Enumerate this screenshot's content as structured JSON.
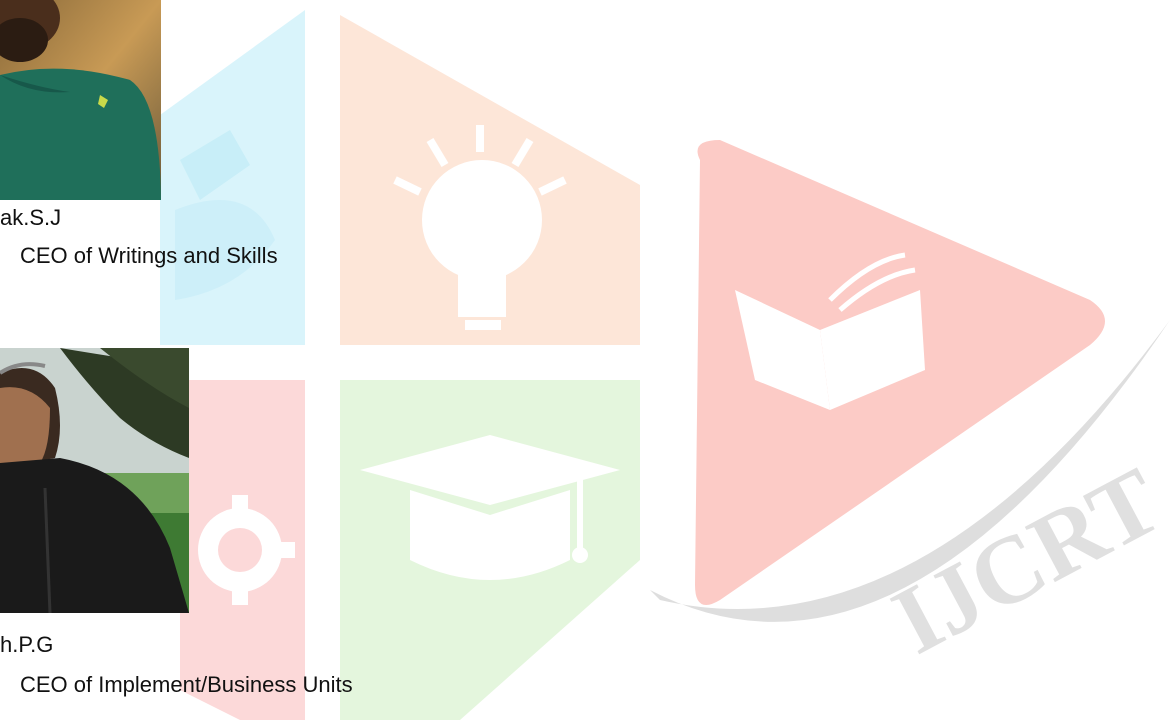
{
  "watermark": {
    "logo_text": "IJCRT",
    "colors": {
      "cyan": "#d7f3fb",
      "orange": "#fde4d6",
      "pink": "#fcd6d6",
      "green": "#e3f6dc",
      "red_play": "#fbc9c4",
      "swoosh": "#dcdcdc"
    }
  },
  "profiles": [
    {
      "name": "ak.S.J",
      "role": "CEO of Writings and Skills",
      "photo": "portrait-green-shirt"
    },
    {
      "name": "h.P.G",
      "role": "CEO of Implement/Business Units",
      "photo": "portrait-outdoor-field"
    }
  ]
}
